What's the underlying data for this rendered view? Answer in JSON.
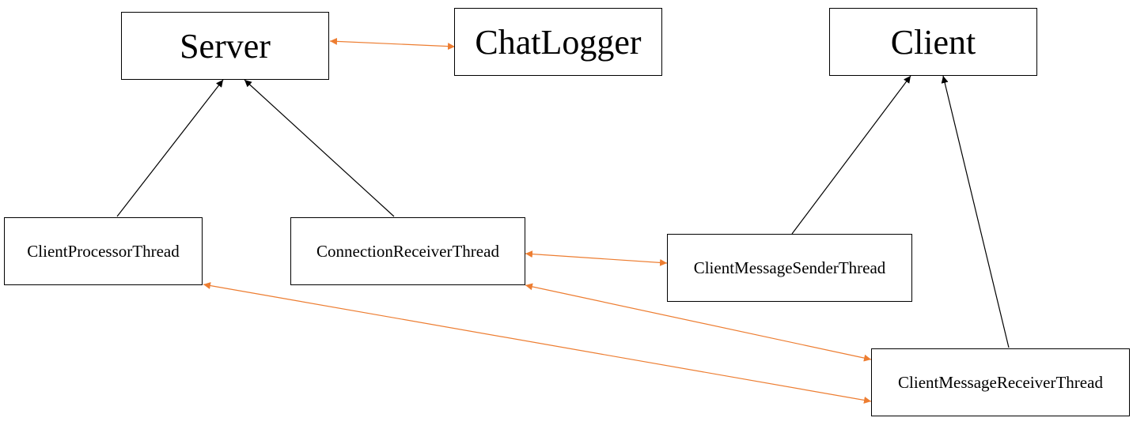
{
  "diagram": {
    "nodes": [
      {
        "id": "server",
        "label": "Server"
      },
      {
        "id": "chatlogger",
        "label": "ChatLogger"
      },
      {
        "id": "client",
        "label": "Client"
      },
      {
        "id": "client_processor_thread",
        "label": "ClientProcessorThread"
      },
      {
        "id": "connection_receiver_thread",
        "label": "ConnectionReceiverThread"
      },
      {
        "id": "client_message_sender_thread",
        "label": "ClientMessageSenderThread"
      },
      {
        "id": "client_message_receiver_thread",
        "label": "ClientMessageReceiverThread"
      }
    ],
    "edges": [
      {
        "from": "client_processor_thread",
        "to": "server",
        "kind": "directed"
      },
      {
        "from": "connection_receiver_thread",
        "to": "server",
        "kind": "directed"
      },
      {
        "from": "client_message_sender_thread",
        "to": "client",
        "kind": "directed"
      },
      {
        "from": "client_message_receiver_thread",
        "to": "client",
        "kind": "directed"
      },
      {
        "from": "server",
        "to": "chatlogger",
        "kind": "bidirectional"
      },
      {
        "from": "connection_receiver_thread",
        "to": "client_message_sender_thread",
        "kind": "bidirectional"
      },
      {
        "from": "connection_receiver_thread",
        "to": "client_message_receiver_thread",
        "kind": "bidirectional"
      },
      {
        "from": "client_processor_thread",
        "to": "client_message_receiver_thread",
        "kind": "bidirectional"
      }
    ],
    "colors": {
      "directed": "#000000",
      "bidirectional": "#ED7D31",
      "box_border": "#000000"
    }
  }
}
